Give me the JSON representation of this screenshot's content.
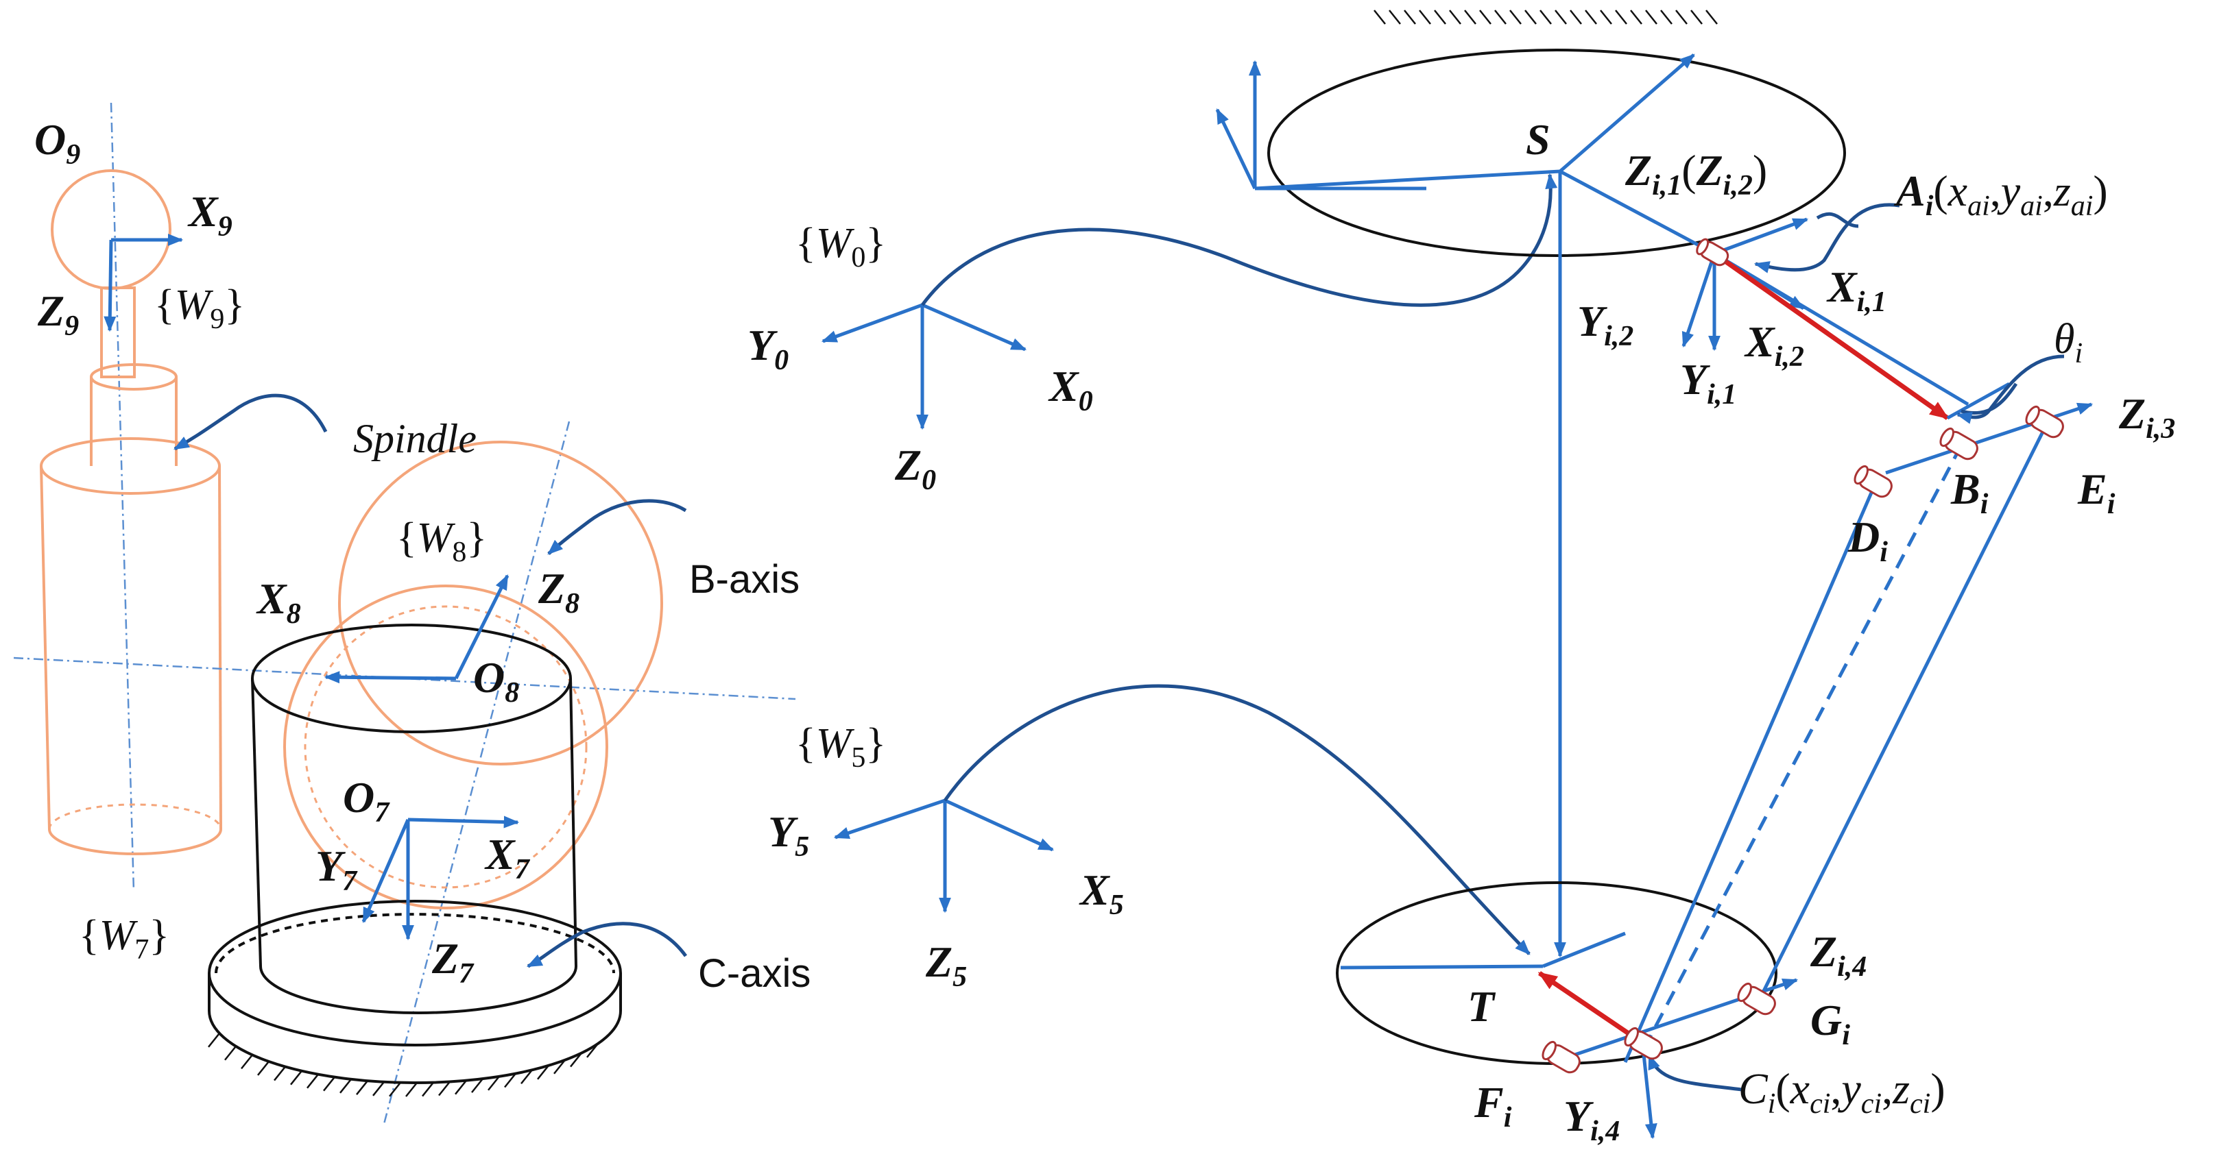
{
  "colors": {
    "axis": "#2a72c9",
    "link": "#2a72c9",
    "vector_ab": "#d62020",
    "spindle_outline": "#f4a57a",
    "structure": "#111111"
  },
  "labels": {
    "O9": {
      "base": "O",
      "sub": "9"
    },
    "X9": {
      "base": "X",
      "sub": "9"
    },
    "Z9": {
      "base": "Z",
      "sub": "9"
    },
    "W9": {
      "base": "W",
      "sub": "9"
    },
    "spindle": "Spindle",
    "W8": {
      "base": "W",
      "sub": "8"
    },
    "Z8": {
      "base": "Z",
      "sub": "8"
    },
    "X8": {
      "base": "X",
      "sub": "8"
    },
    "O8": {
      "base": "O",
      "sub": "8"
    },
    "b_axis": "B-axis",
    "O7": {
      "base": "O",
      "sub": "7"
    },
    "X7": {
      "base": "X",
      "sub": "7"
    },
    "Y7": {
      "base": "Y",
      "sub": "7"
    },
    "Z7": {
      "base": "Z",
      "sub": "7"
    },
    "W7": {
      "base": "W",
      "sub": "7"
    },
    "c_axis": "C-axis",
    "W0": {
      "base": "W",
      "sub": "0"
    },
    "Y0": {
      "base": "Y",
      "sub": "0"
    },
    "X0": {
      "base": "X",
      "sub": "0"
    },
    "Z0": {
      "base": "Z",
      "sub": "0"
    },
    "W5": {
      "base": "W",
      "sub": "5"
    },
    "Y5": {
      "base": "Y",
      "sub": "5"
    },
    "X5": {
      "base": "X",
      "sub": "5"
    },
    "Z5": {
      "base": "Z",
      "sub": "5"
    },
    "S": "S",
    "T": "T",
    "Zi1": {
      "base": "Z",
      "sub": "i,1"
    },
    "Zi2_paren": {
      "base": "Z",
      "sub": "i,2"
    },
    "Ai": {
      "base": "A",
      "sub": "i"
    },
    "xai": {
      "base": "x",
      "sub": "ai"
    },
    "yai": {
      "base": "y",
      "sub": "ai"
    },
    "zai": {
      "base": "z",
      "sub": "ai"
    },
    "Xi1": {
      "base": "X",
      "sub": "i,1"
    },
    "Yi2": {
      "base": "Y",
      "sub": "i,2"
    },
    "Xi2": {
      "base": "X",
      "sub": "i,2"
    },
    "Yi1": {
      "base": "Y",
      "sub": "i,1"
    },
    "theta": {
      "base": "θ",
      "sub": "i"
    },
    "Zi3": {
      "base": "Z",
      "sub": "i,3"
    },
    "Bi": {
      "base": "B",
      "sub": "i"
    },
    "Ei": {
      "base": "E",
      "sub": "i"
    },
    "Di": {
      "base": "D",
      "sub": "i"
    },
    "Zi4": {
      "base": "Z",
      "sub": "i,4"
    },
    "Gi": {
      "base": "G",
      "sub": "i"
    },
    "Fi": {
      "base": "F",
      "sub": "i"
    },
    "Yi4": {
      "base": "Y",
      "sub": "i,4"
    },
    "Ci": {
      "base": "C",
      "sub": "i"
    },
    "xci": {
      "base": "x",
      "sub": "ci"
    },
    "yci": {
      "base": "y",
      "sub": "ci"
    },
    "zci": {
      "base": "z",
      "sub": "ci"
    }
  }
}
